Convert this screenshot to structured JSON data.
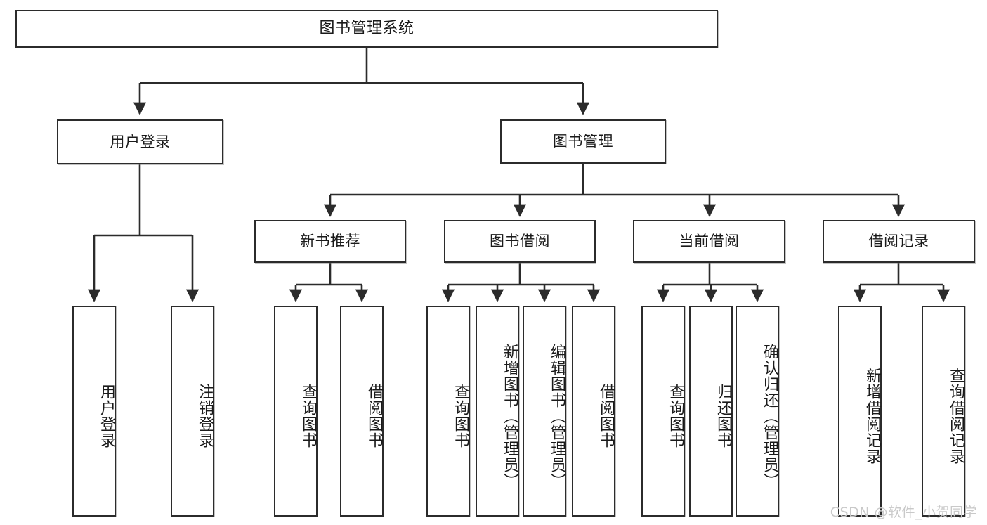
{
  "diagram": {
    "type": "tree-hierarchy",
    "title": "图书管理系统",
    "orientation": "top-down",
    "watermark": "CSDN @软件_小贺同学",
    "stroke_color": "#2b2b2b",
    "fill_color": "#ffffff",
    "text_color": "#1a1a1a"
  },
  "nodes": {
    "root": {
      "label": "图书管理系统",
      "level": 0
    },
    "level1": [
      {
        "id": "user-login",
        "label": "用户登录"
      },
      {
        "id": "book-manage",
        "label": "图书管理"
      }
    ],
    "level2": [
      {
        "id": "new-book-recommend",
        "label": "新书推荐",
        "parent": "book-manage"
      },
      {
        "id": "book-borrow",
        "label": "图书借阅",
        "parent": "book-manage"
      },
      {
        "id": "current-borrow",
        "label": "当前借阅",
        "parent": "book-manage"
      },
      {
        "id": "borrow-record",
        "label": "借阅记录",
        "parent": "book-manage"
      }
    ],
    "leaves": [
      {
        "id": "leaf-user-login",
        "label": "用户登录",
        "parent": "user-login"
      },
      {
        "id": "leaf-logout",
        "label": "注销登录",
        "parent": "user-login"
      },
      {
        "id": "leaf-query-book-1",
        "label": "查询图书",
        "parent": "new-book-recommend"
      },
      {
        "id": "leaf-borrow-book-1",
        "label": "借阅图书",
        "parent": "new-book-recommend"
      },
      {
        "id": "leaf-query-book-2",
        "label": "查询图书",
        "parent": "book-borrow"
      },
      {
        "id": "leaf-add-book",
        "label": "新增图书（管理员）",
        "parent": "book-borrow"
      },
      {
        "id": "leaf-edit-book",
        "label": "编辑图书（管理员）",
        "parent": "book-borrow"
      },
      {
        "id": "leaf-borrow-book-2",
        "label": "借阅图书",
        "parent": "book-borrow"
      },
      {
        "id": "leaf-query-book-3",
        "label": "查询图书",
        "parent": "current-borrow"
      },
      {
        "id": "leaf-return-book",
        "label": "归还图书",
        "parent": "current-borrow"
      },
      {
        "id": "leaf-confirm-return",
        "label": "确认归还（管理员）",
        "parent": "current-borrow"
      },
      {
        "id": "leaf-add-record",
        "label": "新增借阅记录",
        "parent": "borrow-record"
      },
      {
        "id": "leaf-query-record",
        "label": "查询借阅记录",
        "parent": "borrow-record"
      }
    ]
  }
}
